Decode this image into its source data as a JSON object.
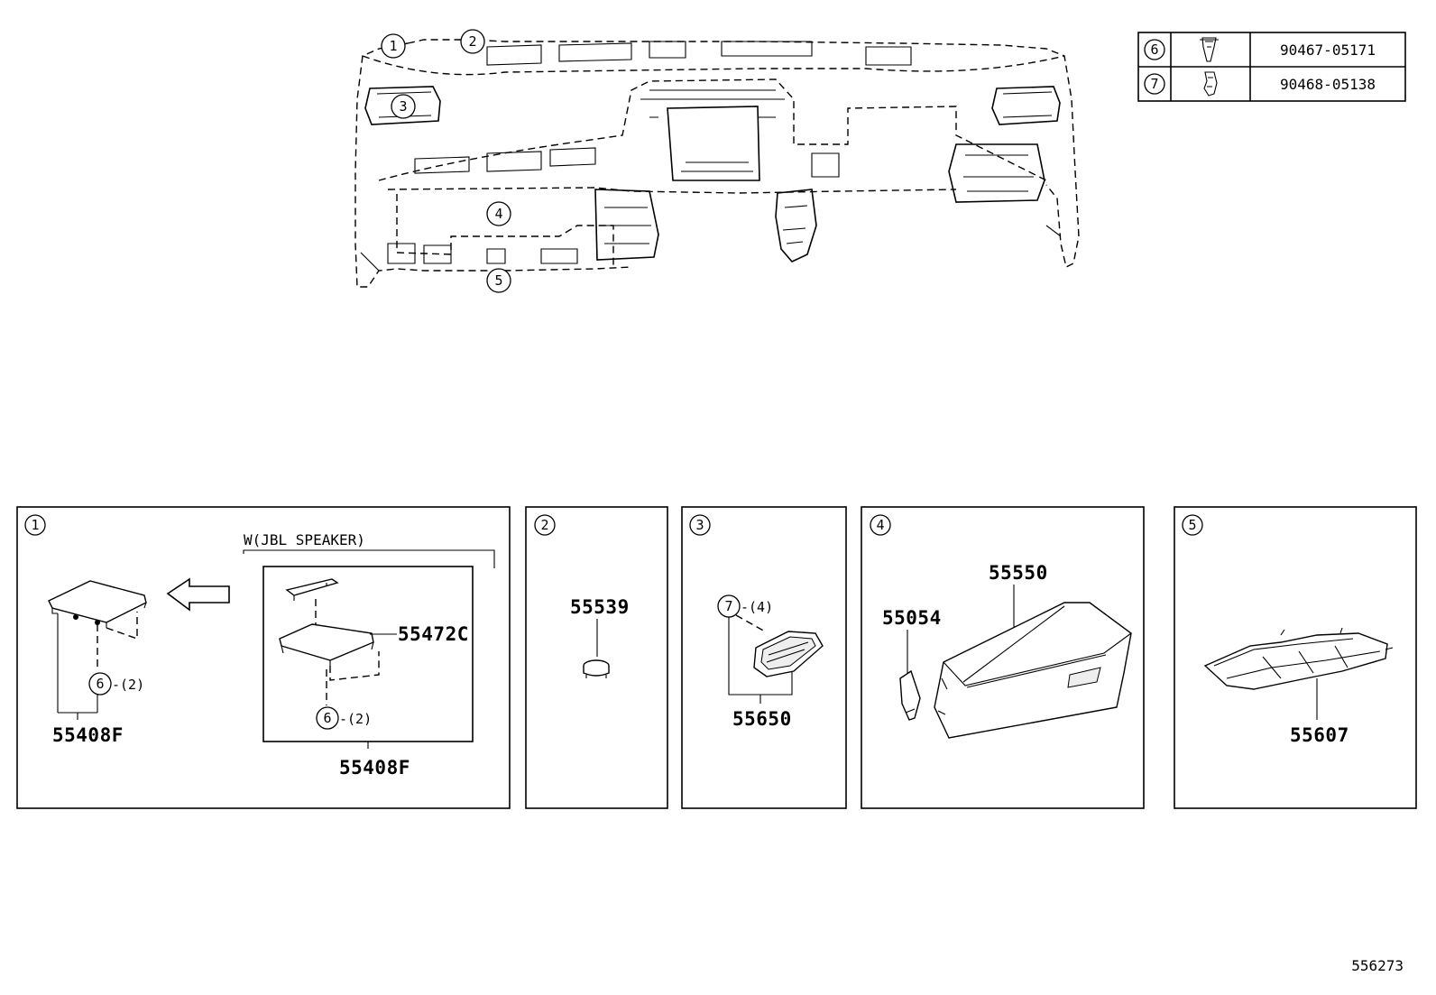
{
  "fastener_table": [
    {
      "ref": "6",
      "part_no": "90467-05171",
      "icon": "clip-icon"
    },
    {
      "ref": "7",
      "part_no": "90468-05138",
      "icon": "clip-icon"
    }
  ],
  "overview_callouts": [
    "1",
    "2",
    "3",
    "4",
    "5"
  ],
  "panels": {
    "p1": {
      "ref": "1",
      "variant_label": "W(JBL SPEAKER)",
      "left_part_no": "55408F",
      "left_clip": {
        "ref": "6",
        "qty": "-(2)"
      },
      "right_part_no": "55408F",
      "right_sub_part_no": "55472C",
      "right_clip": {
        "ref": "6",
        "qty": "-(2)"
      }
    },
    "p2": {
      "ref": "2",
      "part_no": "55539"
    },
    "p3": {
      "ref": "3",
      "part_no": "55650",
      "clip": {
        "ref": "7",
        "qty": "-(4)"
      }
    },
    "p4": {
      "ref": "4",
      "part_no_box": "55550",
      "part_no_damper": "55054"
    },
    "p5": {
      "ref": "5",
      "part_no": "55607"
    }
  },
  "diagram_id": "556273"
}
